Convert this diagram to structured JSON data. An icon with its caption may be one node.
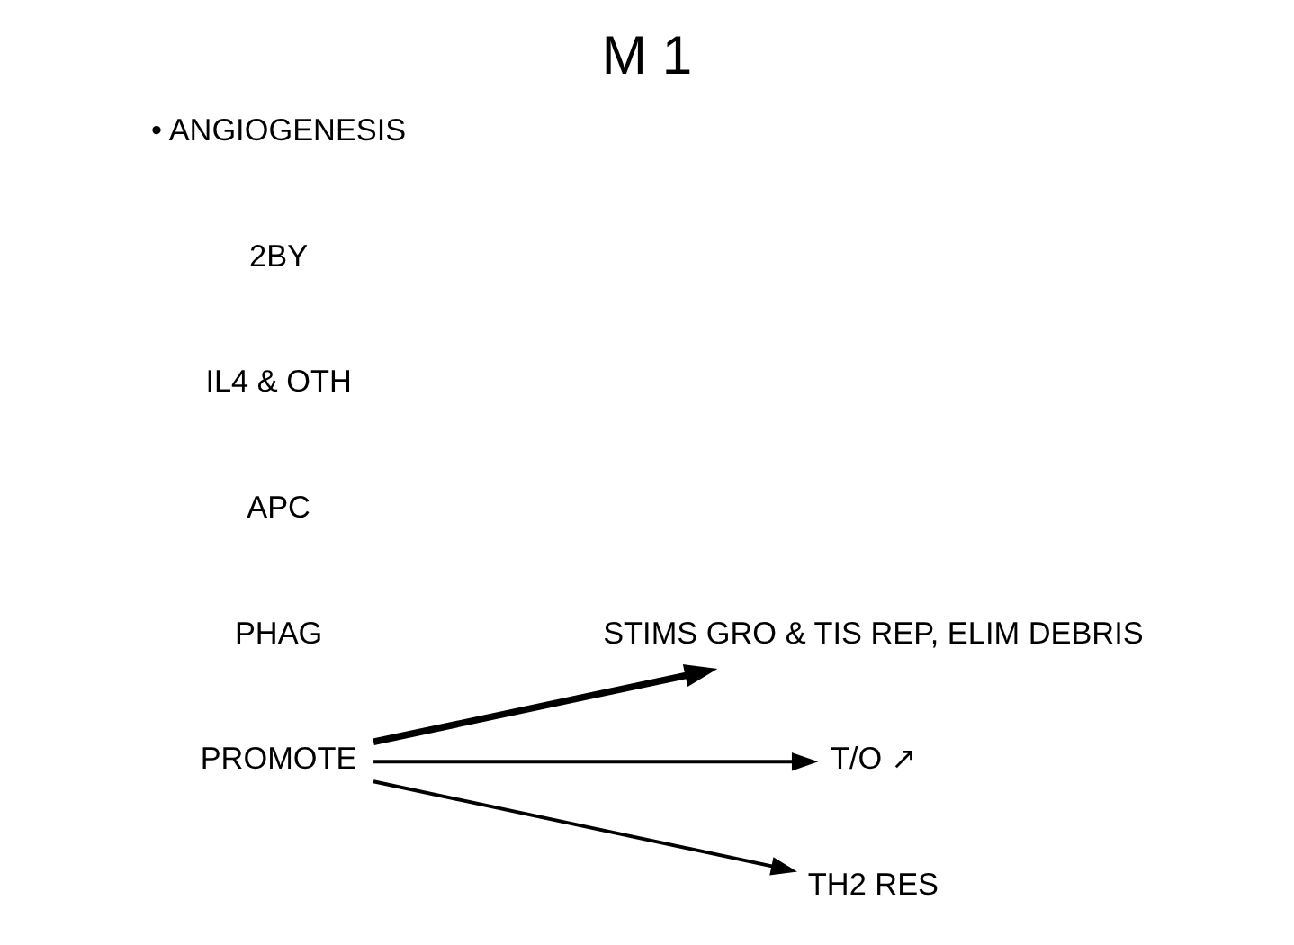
{
  "diagram": {
    "title": "M 1",
    "nodes": [
      {
        "text": [
          "PROMOTE"
        ]
      },
      {
        "text": [
          "STIMS GRO & TIS REP, ELIM DEBRIS"
        ]
      },
      {
        "text": [
          "T/O ↗"
        ]
      },
      {
        "text": [
          "TH2 RES"
        ]
      }
    ],
    "edges": [
      {
        "from": 0,
        "to": 1,
        "arrow": "to",
        "style": "thick"
      },
      {
        "from": 0,
        "to": 2,
        "arrow": "to"
      },
      {
        "from": 0,
        "to": 3,
        "arrow": "to"
      }
    ],
    "labels": [
      "PHAG",
      "APC",
      "IL4 & OTH",
      "2BY",
      "• ANGIOGENESIS"
    ]
  }
}
